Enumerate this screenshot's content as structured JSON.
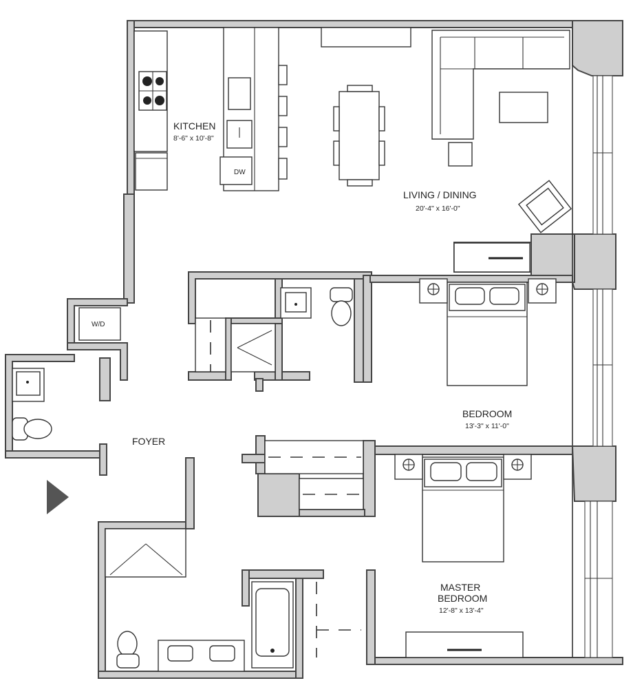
{
  "rooms": {
    "kitchen": {
      "name": "KITCHEN",
      "size": "8'-6\" x 10'-8\""
    },
    "living": {
      "name": "LIVING / DINING",
      "size": "20'-4\" x 16'-0\""
    },
    "bedroom": {
      "name": "BEDROOM",
      "size": "13'-3\" x 11'-0\""
    },
    "master": {
      "name_line1": "MASTER",
      "name_line2": "BEDROOM",
      "size": "12'-8\" x 13'-4\""
    },
    "foyer": {
      "name": "FOYER"
    }
  },
  "appliances": {
    "washer_dryer": "W/D",
    "dishwasher": "DW"
  },
  "colors": {
    "wall_fill": "#cfcfcf",
    "line": "#333333",
    "entry_arrow": "#555555"
  }
}
